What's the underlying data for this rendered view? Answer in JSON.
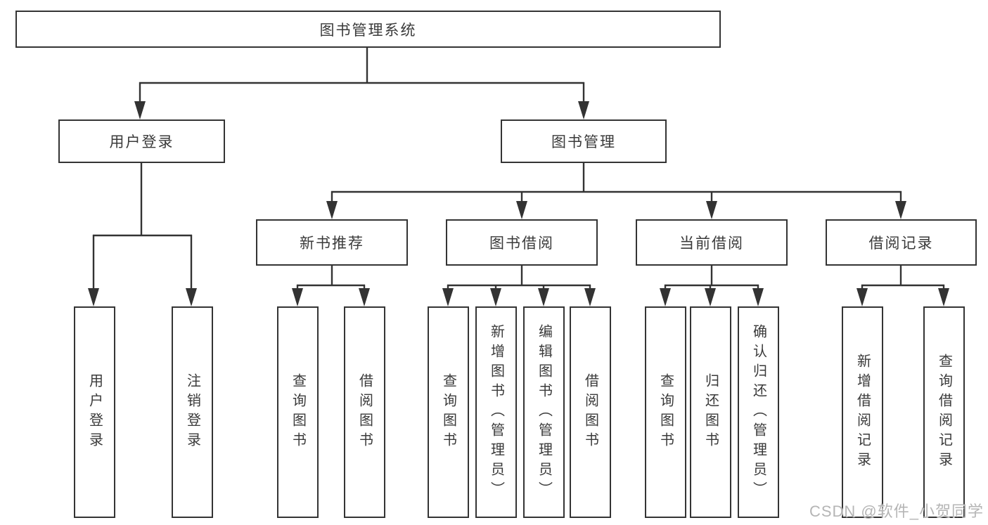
{
  "diagram": {
    "root": {
      "label": "图书管理系统"
    },
    "level2": [
      {
        "label": "用户登录"
      },
      {
        "label": "图书管理"
      }
    ],
    "level3": [
      {
        "label": "新书推荐"
      },
      {
        "label": "图书借阅"
      },
      {
        "label": "当前借阅"
      },
      {
        "label": "借阅记录"
      }
    ],
    "leaves": [
      {
        "label": "用户登录",
        "parent": "用户登录"
      },
      {
        "label": "注销登录",
        "parent": "用户登录"
      },
      {
        "label": "查询图书",
        "parent": "新书推荐"
      },
      {
        "label": "借阅图书",
        "parent": "新书推荐"
      },
      {
        "label": "查询图书",
        "parent": "图书借阅"
      },
      {
        "label": "新增图书（管理员）",
        "parent": "图书借阅"
      },
      {
        "label": "编辑图书（管理员）",
        "parent": "图书借阅"
      },
      {
        "label": "借阅图书",
        "parent": "图书借阅"
      },
      {
        "label": "查询图书",
        "parent": "当前借阅"
      },
      {
        "label": "归还图书",
        "parent": "当前借阅"
      },
      {
        "label": "确认归还（管理员）",
        "parent": "当前借阅"
      },
      {
        "label": "新增借阅记录",
        "parent": "借阅记录"
      },
      {
        "label": "查询借阅记录",
        "parent": "借阅记录"
      }
    ]
  },
  "watermark": {
    "text": "CSDN @软件_小贺同学"
  },
  "colors": {
    "line": "#333333",
    "border": "#343434",
    "text": "#3a3a3a",
    "watermark": "#b5b5b5",
    "background": "#ffffff"
  }
}
